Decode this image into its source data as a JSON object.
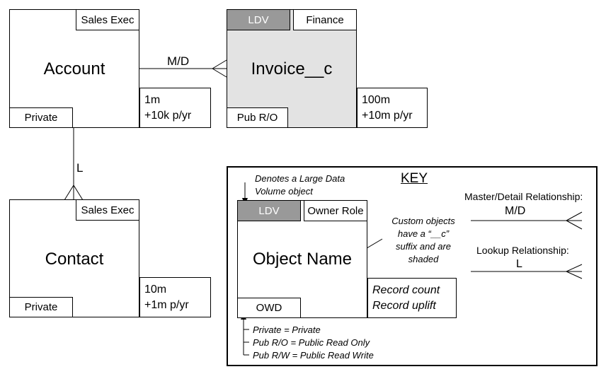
{
  "account": {
    "name": "Account",
    "owner_role": "Sales Exec",
    "owd": "Private",
    "record_count": "1m",
    "record_uplift": "+10k p/yr"
  },
  "invoice": {
    "name": "Invoice__c",
    "ldv": "LDV",
    "owner_role": "Finance",
    "owd": "Pub R/O",
    "record_count": "100m",
    "record_uplift": "+10m p/yr"
  },
  "contact": {
    "name": "Contact",
    "owner_role": "Sales Exec",
    "owd": "Private",
    "record_count": "10m",
    "record_uplift": "+1m p/yr"
  },
  "relationships": {
    "account_invoice": "M/D",
    "account_contact": "L"
  },
  "key": {
    "title": "KEY",
    "ldv_note_line1": "Denotes a Large Data",
    "ldv_note_line2": "Volume object",
    "ldv": "LDV",
    "owner_role": "Owner Role",
    "object_name": "Object Name",
    "record_count": "Record count",
    "record_uplift": "Record uplift",
    "owd": "OWD",
    "custom_note": [
      "Custom objects",
      "have a “__c”",
      "suffix and are",
      "shaded"
    ],
    "owd_notes": [
      "Private = Private",
      "Pub R/O = Public Read Only",
      "Pub R/W = Public Read Write"
    ],
    "md_title": "Master/Detail Relationship:",
    "md_label": "M/D",
    "lookup_title": "Lookup Relationship:",
    "lookup_label": "L"
  },
  "colors": {
    "ldv_fill": "#999999",
    "custom_object_fill": "#e3e3e3"
  }
}
